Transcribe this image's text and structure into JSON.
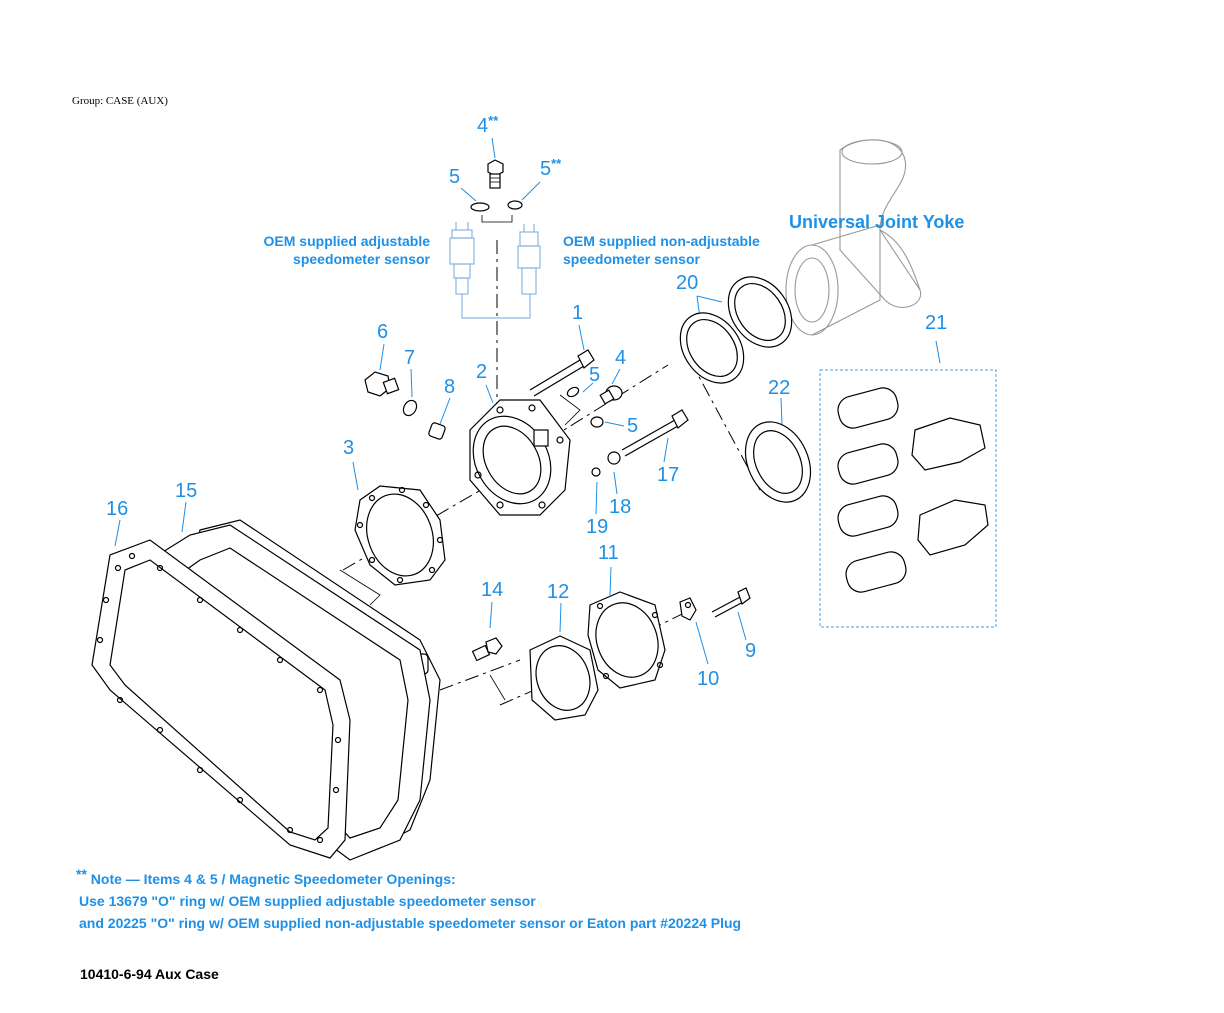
{
  "group_title": "Group: CASE (AUX)",
  "callouts": [
    {
      "id": "c4a",
      "num": "4",
      "sup": "**"
    },
    {
      "id": "c5a",
      "num": "5",
      "sup": ""
    },
    {
      "id": "c5b",
      "num": "5",
      "sup": "**"
    },
    {
      "id": "c1",
      "num": "1",
      "sup": ""
    },
    {
      "id": "c2",
      "num": "2",
      "sup": ""
    },
    {
      "id": "c3",
      "num": "3",
      "sup": ""
    },
    {
      "id": "c4b",
      "num": "4",
      "sup": ""
    },
    {
      "id": "c5c",
      "num": "5",
      "sup": ""
    },
    {
      "id": "c5d",
      "num": "5",
      "sup": ""
    },
    {
      "id": "c6",
      "num": "6",
      "sup": ""
    },
    {
      "id": "c7",
      "num": "7",
      "sup": ""
    },
    {
      "id": "c8",
      "num": "8",
      "sup": ""
    },
    {
      "id": "c9",
      "num": "9",
      "sup": ""
    },
    {
      "id": "c10",
      "num": "10",
      "sup": ""
    },
    {
      "id": "c11",
      "num": "11",
      "sup": ""
    },
    {
      "id": "c12",
      "num": "12",
      "sup": ""
    },
    {
      "id": "c14",
      "num": "14",
      "sup": ""
    },
    {
      "id": "c15",
      "num": "15",
      "sup": ""
    },
    {
      "id": "c16",
      "num": "16",
      "sup": ""
    },
    {
      "id": "c17",
      "num": "17",
      "sup": ""
    },
    {
      "id": "c18",
      "num": "18",
      "sup": ""
    },
    {
      "id": "c19",
      "num": "19",
      "sup": ""
    },
    {
      "id": "c20",
      "num": "20",
      "sup": ""
    },
    {
      "id": "c21",
      "num": "21",
      "sup": ""
    },
    {
      "id": "c22",
      "num": "22",
      "sup": ""
    }
  ],
  "labels": {
    "adjustable_line1": "OEM supplied adjustable",
    "adjustable_line2": "speedometer sensor",
    "nonadjustable_line1": "OEM supplied non-adjustable",
    "nonadjustable_line2": "speedometer sensor",
    "yoke": "Universal Joint Yoke"
  },
  "note": {
    "stars": "**",
    "line1": "Note — Items 4 & 5 / Magnetic Speedometer Openings:",
    "line2": "Use 13679 \"O\" ring w/ OEM supplied adjustable speedometer sensor",
    "line3": "and 20225 \"O\" ring  w/ OEM supplied non-adjustable speedometer sensor or Eaton part #20224 Plug"
  },
  "footer": "10410-6-94 Aux Case",
  "colors": {
    "callout": "#1e90e6",
    "line": "#000000",
    "sensor": "#8ab8e0"
  }
}
